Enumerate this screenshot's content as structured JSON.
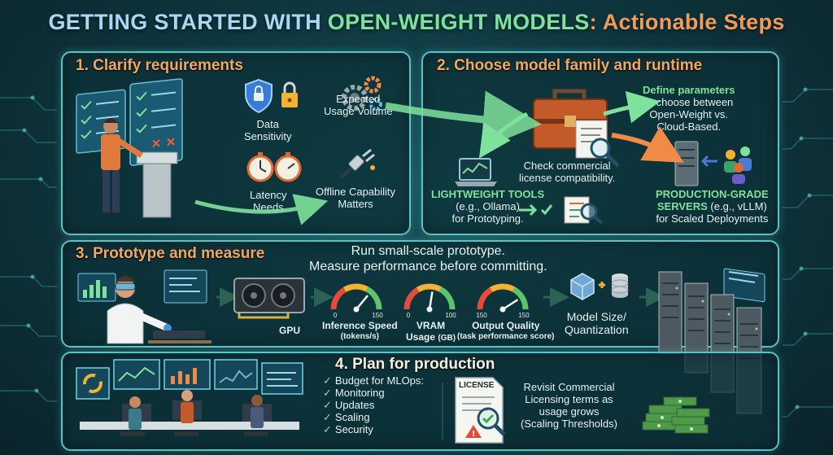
{
  "title": {
    "part1": "GETTING STARTED WITH ",
    "part2": "OPEN-WEIGHT MODELS",
    "part3": ": Actionable Steps"
  },
  "step1": {
    "heading": "1.  Clarify requirements",
    "data_sensitivity": [
      "Data",
      "Sensitivity"
    ],
    "usage_volume": [
      "Expected",
      "Usage Volume"
    ],
    "latency": [
      "Latency",
      "Needs"
    ],
    "offline": [
      "Offline Capability",
      "Matters"
    ]
  },
  "step2": {
    "heading": "2.  Choose model family and runtime",
    "define_title": "Define parameters",
    "define_lines": [
      "to choose between",
      "Open-Weight vs.",
      "Cloud-Based."
    ],
    "license_check": [
      "Check commercial",
      "license compatibility."
    ],
    "lightweight_title": "LIGHTWEIGHT TOOLS",
    "lightweight_lines": [
      "(e.g., Ollama)",
      "for Prototyping."
    ],
    "production_title": [
      "PRODUCTION-GRADE",
      "SERVERS"
    ],
    "production_eg": "(e.g., vLLM)",
    "production_line": "for Scaled Deployments"
  },
  "step3": {
    "heading": "3.  Prototype and measure",
    "run": [
      "Run small-scale prototype.",
      "Measure performance before committing."
    ],
    "gpu": "GPU",
    "gauges": [
      {
        "label": [
          "Inference Speed"
        ],
        "sub": "(tokens/s)",
        "min": "0",
        "max": "150",
        "level": 0.72
      },
      {
        "label": [
          "VRAM",
          "Usage"
        ],
        "sub": "(GB)",
        "min": "0",
        "max": "100",
        "level": 0.55
      },
      {
        "label": [
          "Output Quality"
        ],
        "sub": "(task performance score)",
        "min": "150",
        "max": "150",
        "level": 0.82
      }
    ],
    "model_size": [
      "Model Size/",
      "Quantization"
    ]
  },
  "step4": {
    "heading": "4. Plan for production",
    "budget": [
      "Budget for MLOps:",
      "Monitoring",
      "Updates",
      "Scaling",
      "Security"
    ],
    "license_doc": "LICENSE",
    "revisit": [
      "Revisit Commercial",
      "Licensing terms as",
      "usage grows",
      "(Scaling Thresholds)"
    ]
  },
  "colors": {
    "accent_border": "#56c3c4",
    "heading_orange": "#f4a661",
    "highlight_green": "#7fe29c",
    "arrow_green": "#7fe29c",
    "arrow_orange": "#f08a46"
  }
}
